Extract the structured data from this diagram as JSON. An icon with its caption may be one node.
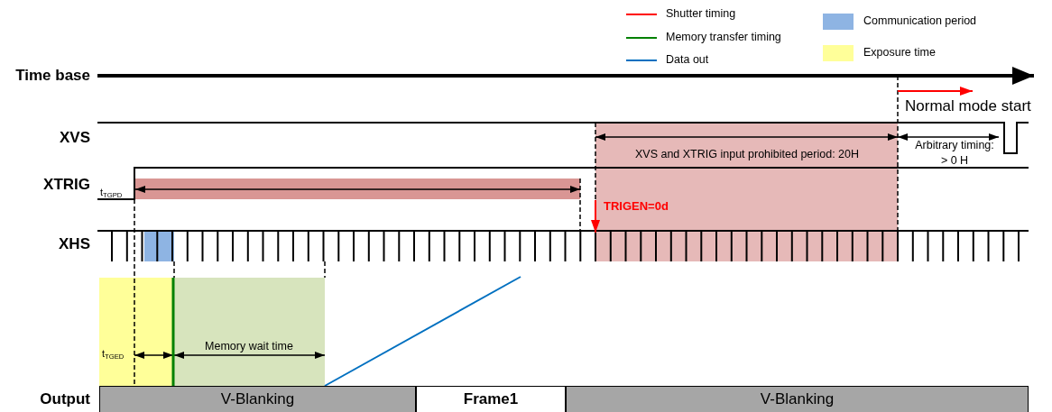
{
  "diagram": {
    "nodes": [
      {
        "text": [
          "V-Blanking"
        ]
      },
      {
        "text": [
          "Frame1"
        ]
      },
      {
        "text": [
          "V-Blanking"
        ]
      }
    ],
    "labels": [
      "Time base",
      "Normal mode start",
      "XVS",
      "XVS and XTRIG input prohibited period: 20H",
      "Arbitrary timing:",
      "> 0 H",
      "XTRIG",
      "t$_{TGPD}$",
      "TRIGEN=0d",
      "XHS",
      "Memory wait time",
      "t$_{TGED}$",
      "Output"
    ],
    "legend": [
      {
        "text": "Shutter timing"
      },
      {
        "text": "Memory transfer timing"
      },
      {
        "text": "Data out"
      },
      {
        "text": "Communication period",
        "color": "#8eb4e3"
      },
      {
        "text": "Exposure time",
        "color": "#ffff99"
      }
    ]
  }
}
